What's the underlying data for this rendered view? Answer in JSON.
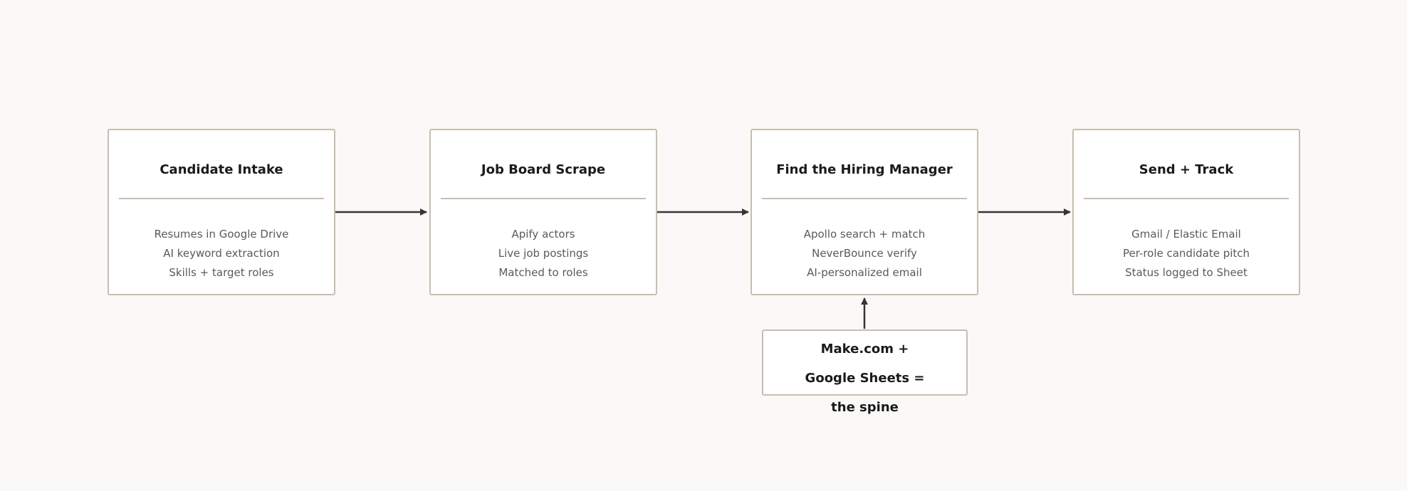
{
  "stages": [
    {
      "title": "Candidate Intake",
      "lines": [
        "Resumes in Google Drive",
        "AI keyword extraction",
        "Skills + target roles"
      ]
    },
    {
      "title": "Job Board Scrape",
      "lines": [
        "Apify actors",
        "Live job postings",
        "Matched to roles"
      ]
    },
    {
      "title": "Find the Hiring Manager",
      "lines": [
        "Apollo search + match",
        "NeverBounce verify",
        "AI-personalized email"
      ]
    },
    {
      "title": "Send + Track",
      "lines": [
        "Gmail / Elastic Email",
        "Per-role candidate pitch",
        "Status logged to Sheet"
      ]
    }
  ],
  "spine": {
    "lines": [
      "Make.com +",
      "Google Sheets =",
      "the spine"
    ]
  },
  "colors": {
    "background": "#faf9f7",
    "box_border": "#c8bdb0",
    "arrow": "#3a342e",
    "title_text": "#1a1a1a",
    "body_text": "#5e5a54"
  }
}
